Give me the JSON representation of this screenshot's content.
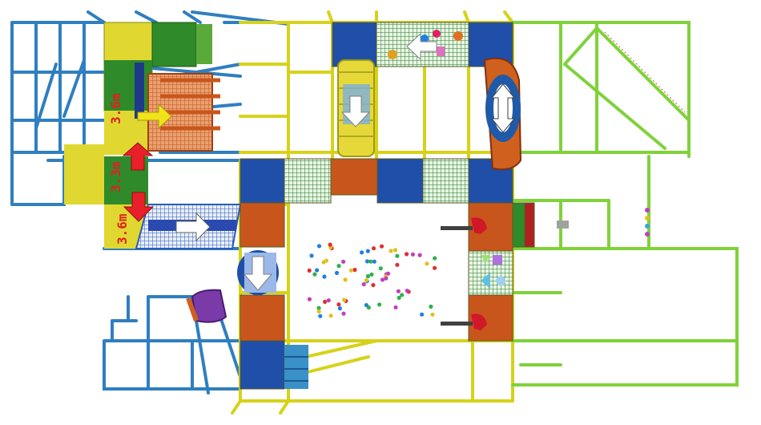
{
  "height_labels": [
    "3.6m",
    "3.3m",
    "3.6m"
  ],
  "colors": {
    "frame_blue": "#2f7fc0",
    "frame_yellow": "#d6d21a",
    "frame_green": "#7fd23a",
    "deck_blue": "#1f4fa8",
    "deck_orange": "#c8561c",
    "deck_yellow": "#e0d830",
    "deck_green": "#2f8a2a",
    "net_green": "#1f7a3a",
    "arrow_red": "#e8202a",
    "arrow_yellow": "#f2e21a",
    "arrow_white": "#ffffff",
    "slide_purple": "#7a3aa8",
    "slide_orange": "#d0601e",
    "tube_yellow": "#e6d838"
  },
  "icons": [
    "arrow-up-icon",
    "arrow-down-icon",
    "arrow-right-icon",
    "arrow-left-icon",
    "double-arrow-vertical-icon"
  ]
}
